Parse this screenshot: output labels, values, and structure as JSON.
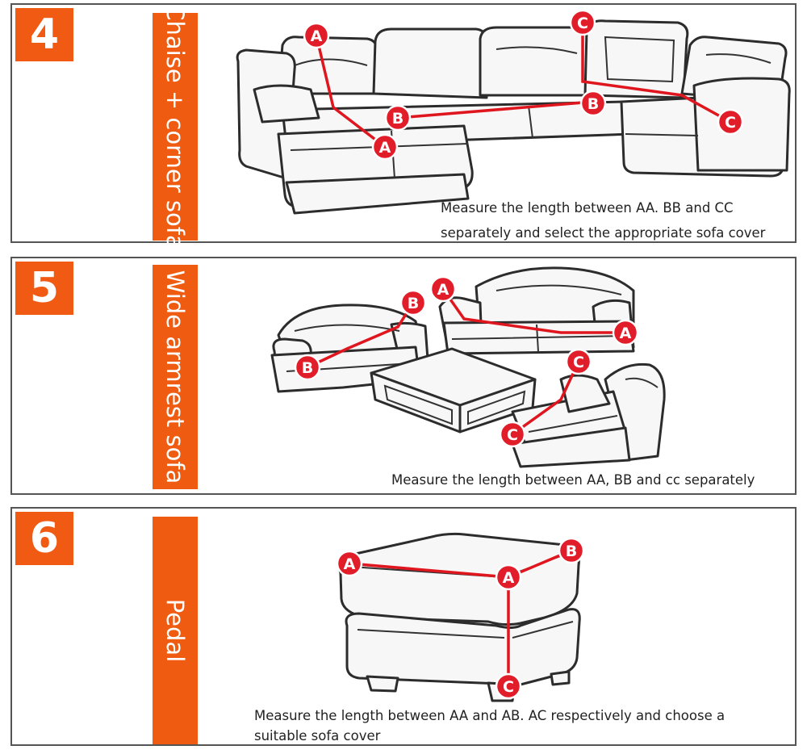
{
  "panels": [
    {
      "number": "4",
      "title": "Chaise + corner sofa",
      "caption_lines": [
        "Measure the length between AA. BB and CC",
        "separately and select the appropriate sofa cover"
      ],
      "markers": {
        "a": "A",
        "b": "B",
        "c": "C"
      }
    },
    {
      "number": "5",
      "title": "Wide armrest sofa",
      "caption_lines": [
        "Measure the length between AA, BB and cc separately"
      ],
      "markers": {
        "a": "A",
        "b": "B",
        "c": "C"
      }
    },
    {
      "number": "6",
      "title": "Pedal",
      "caption_lines": [
        "Measure the length between AA and AB. AC respectively and choose a",
        "suitable sofa cover"
      ],
      "markers": {
        "a": "A",
        "b": "B",
        "c": "C"
      }
    }
  ],
  "colors": {
    "accent": "#ef5b10",
    "marker": "#e11d2a",
    "border": "#555555"
  }
}
